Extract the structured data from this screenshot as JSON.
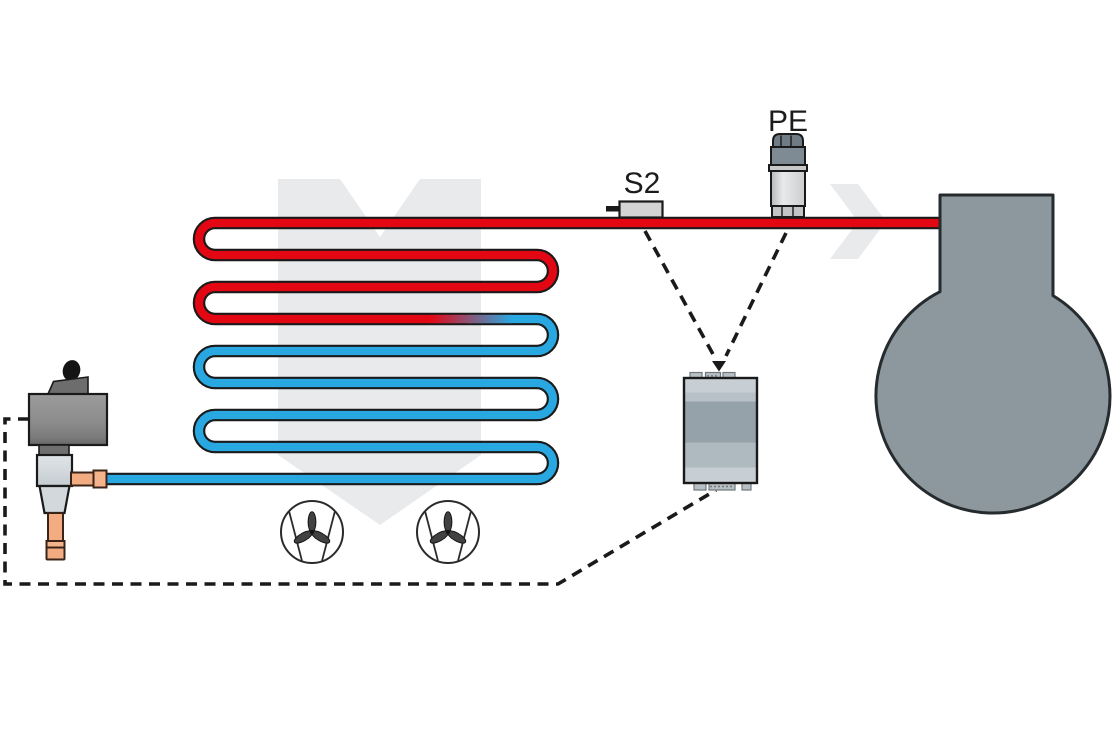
{
  "diagram": {
    "labels": {
      "temperature_sensor": "S2",
      "pressure_transmitter": "PE"
    },
    "colors": {
      "hot_line": "#e30613",
      "cold_line": "#29a7e0",
      "outline": "#1a1a1a",
      "component_gray": "#8c979e",
      "component_light": "#c7cfd4",
      "copper": "#f3ab81",
      "watermark": "#e8eaec",
      "background": "#ffffff"
    },
    "components": [
      "expansion-valve",
      "evaporator-coil",
      "fan",
      "fan",
      "temperature-sensor",
      "pressure-transmitter",
      "controller",
      "compressor"
    ]
  }
}
